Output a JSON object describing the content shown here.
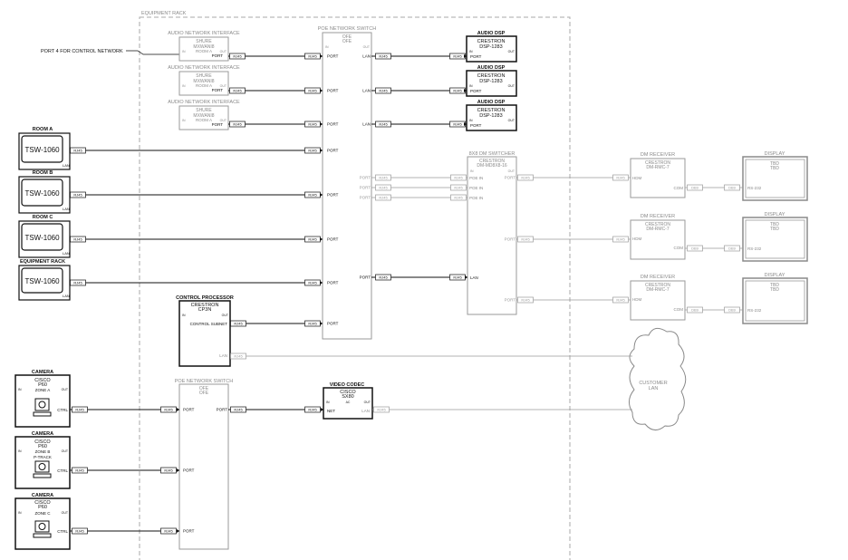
{
  "rack": {
    "label": "EQUIPMENT RACK"
  },
  "callout": {
    "port4": "PORT 4 FOR CONTROL NETWORK"
  },
  "conn": {
    "rj45": "RJ45",
    "db9": "DB9",
    "in": "IN",
    "out": "OUT"
  },
  "ports": {
    "port": "PORT",
    "lan": "LAN",
    "ctrl": "CTRL",
    "poe_in": "POE IN",
    "com": "COM",
    "rs232": "RS-232",
    "hdm": "HDM",
    "net": "NET",
    "ac": "AC",
    "control_subnet": "CONTROL SUBNET"
  },
  "ani": [
    {
      "header": "AUDIO NETWORK INTERFACE",
      "l1": "SHURE",
      "l2": "MXWANI8",
      "room": "ROOM A"
    },
    {
      "header": "AUDIO NETWORK INTERFACE",
      "l1": "SHURE",
      "l2": "MXWANI8",
      "room": "ROOM A"
    },
    {
      "header": "AUDIO NETWORK INTERFACE",
      "l1": "SHURE",
      "l2": "MXWANI8",
      "room": "ROOM A"
    }
  ],
  "poe_top": {
    "header": "POE NETWORK SWITCH",
    "l1": "OFE",
    "l2": "OFE"
  },
  "poe_bottom": {
    "header": "POE NETWORK SWITCH",
    "l1": "OFE",
    "l2": "OFE"
  },
  "dsp": [
    {
      "header": "AUDIO DSP",
      "l1": "CRESTRON",
      "l2": "DSP-1283"
    },
    {
      "header": "AUDIO DSP",
      "l1": "CRESTRON",
      "l2": "DSP-1283"
    },
    {
      "header": "AUDIO DSP",
      "l1": "CRESTRON",
      "l2": "DSP-1283"
    }
  ],
  "tsw": [
    {
      "header": "ROOM A",
      "model": "TSW-1060"
    },
    {
      "header": "ROOM B",
      "model": "TSW-1060"
    },
    {
      "header": "ROOM C",
      "model": "TSW-1060"
    },
    {
      "header": "EQUIPMENT RACK",
      "model": "TSW-1060"
    }
  ],
  "dm_switcher": {
    "header": "8X8 DM SWITCHER",
    "l1": "CRESTRON",
    "l2": "DM-MD8X8-16"
  },
  "dm_receivers": [
    {
      "header": "DM RECEIVER",
      "l1": "CRESTRON",
      "l2": "DM-RMC-7"
    },
    {
      "header": "DM RECEIVER",
      "l1": "CRESTRON",
      "l2": "DM-RMC-7"
    },
    {
      "header": "DM RECEIVER",
      "l1": "CRESTRON",
      "l2": "DM-RMC-7"
    }
  ],
  "displays": [
    {
      "header": "DISPLAY",
      "l1": "TBD",
      "l2": "TBD"
    },
    {
      "header": "DISPLAY",
      "l1": "TBD",
      "l2": "TBD"
    },
    {
      "header": "DISPLAY",
      "l1": "TBD",
      "l2": "TBD"
    }
  ],
  "cp": {
    "header": "CONTROL PROCESSOR",
    "l1": "CRESTRON",
    "l2": "CP3N"
  },
  "codec": {
    "header": "VIDEO CODEC",
    "l1": "CISCO",
    "l2": "SX80"
  },
  "cameras": [
    {
      "header": "CAMERA",
      "l1": "CISCO",
      "l2": "P60",
      "zone": "ZONE A",
      "extra": ""
    },
    {
      "header": "CAMERA",
      "l1": "CISCO",
      "l2": "P60",
      "zone": "ZONE B",
      "extra": "P-TRACK"
    },
    {
      "header": "CAMERA",
      "l1": "CISCO",
      "l2": "P60",
      "zone": "ZONE C",
      "extra": ""
    }
  ],
  "cloud": {
    "l1": "CUSTOMER",
    "l2": "LAN"
  },
  "colors": {
    "dark": "#111111",
    "grey": "#9a9a9a",
    "rack": "#a8a8a8"
  }
}
